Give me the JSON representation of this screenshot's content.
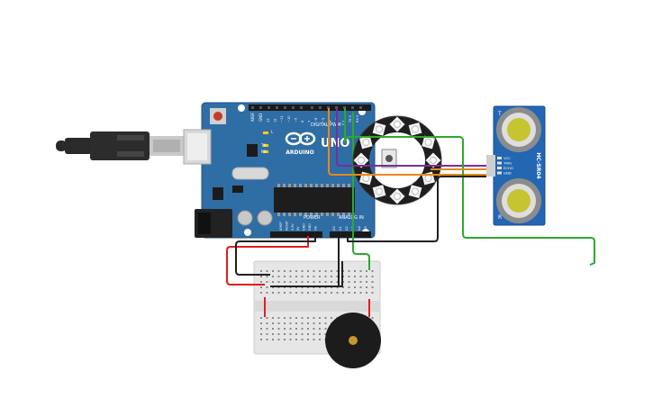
{
  "arduino": {
    "brand": "ARDUINO",
    "model": "UNO",
    "digital_label": "DIGITAL PWM~",
    "power_label": "POWER",
    "analog_label": "ANALOG IN",
    "aref": "AREF",
    "gnd": "GND",
    "l": "L",
    "tx": "TX",
    "rx": "RX",
    "digital_pins": [
      "13",
      "12",
      "~11",
      "~10",
      "~9",
      "8",
      "7",
      "~6",
      "~5",
      "4",
      "~3",
      "2",
      "TX 1",
      "RX 0"
    ],
    "power_pins": [
      "IOREF",
      "RESET",
      "3.3V",
      "5V",
      "GND",
      "GND",
      "Vin"
    ],
    "analog_pins": [
      "A0",
      "A1",
      "A2",
      "A3",
      "A4",
      "A5"
    ]
  },
  "sensor": {
    "model": "HC-SR04",
    "pins": [
      "VCC",
      "TRIG",
      "ECHO",
      "GND"
    ],
    "t": "T",
    "r": "R"
  },
  "colors": {
    "arduino_board": "#2f6da5",
    "wire_red": "#e01e1e",
    "wire_black": "#202020",
    "wire_green": "#2ea82e",
    "wire_orange": "#e8871e",
    "wire_purple": "#7a2ca0",
    "breadboard": "#e6e6e6",
    "buzzer": "#1c1c1c",
    "sensor_board": "#2367b3"
  }
}
